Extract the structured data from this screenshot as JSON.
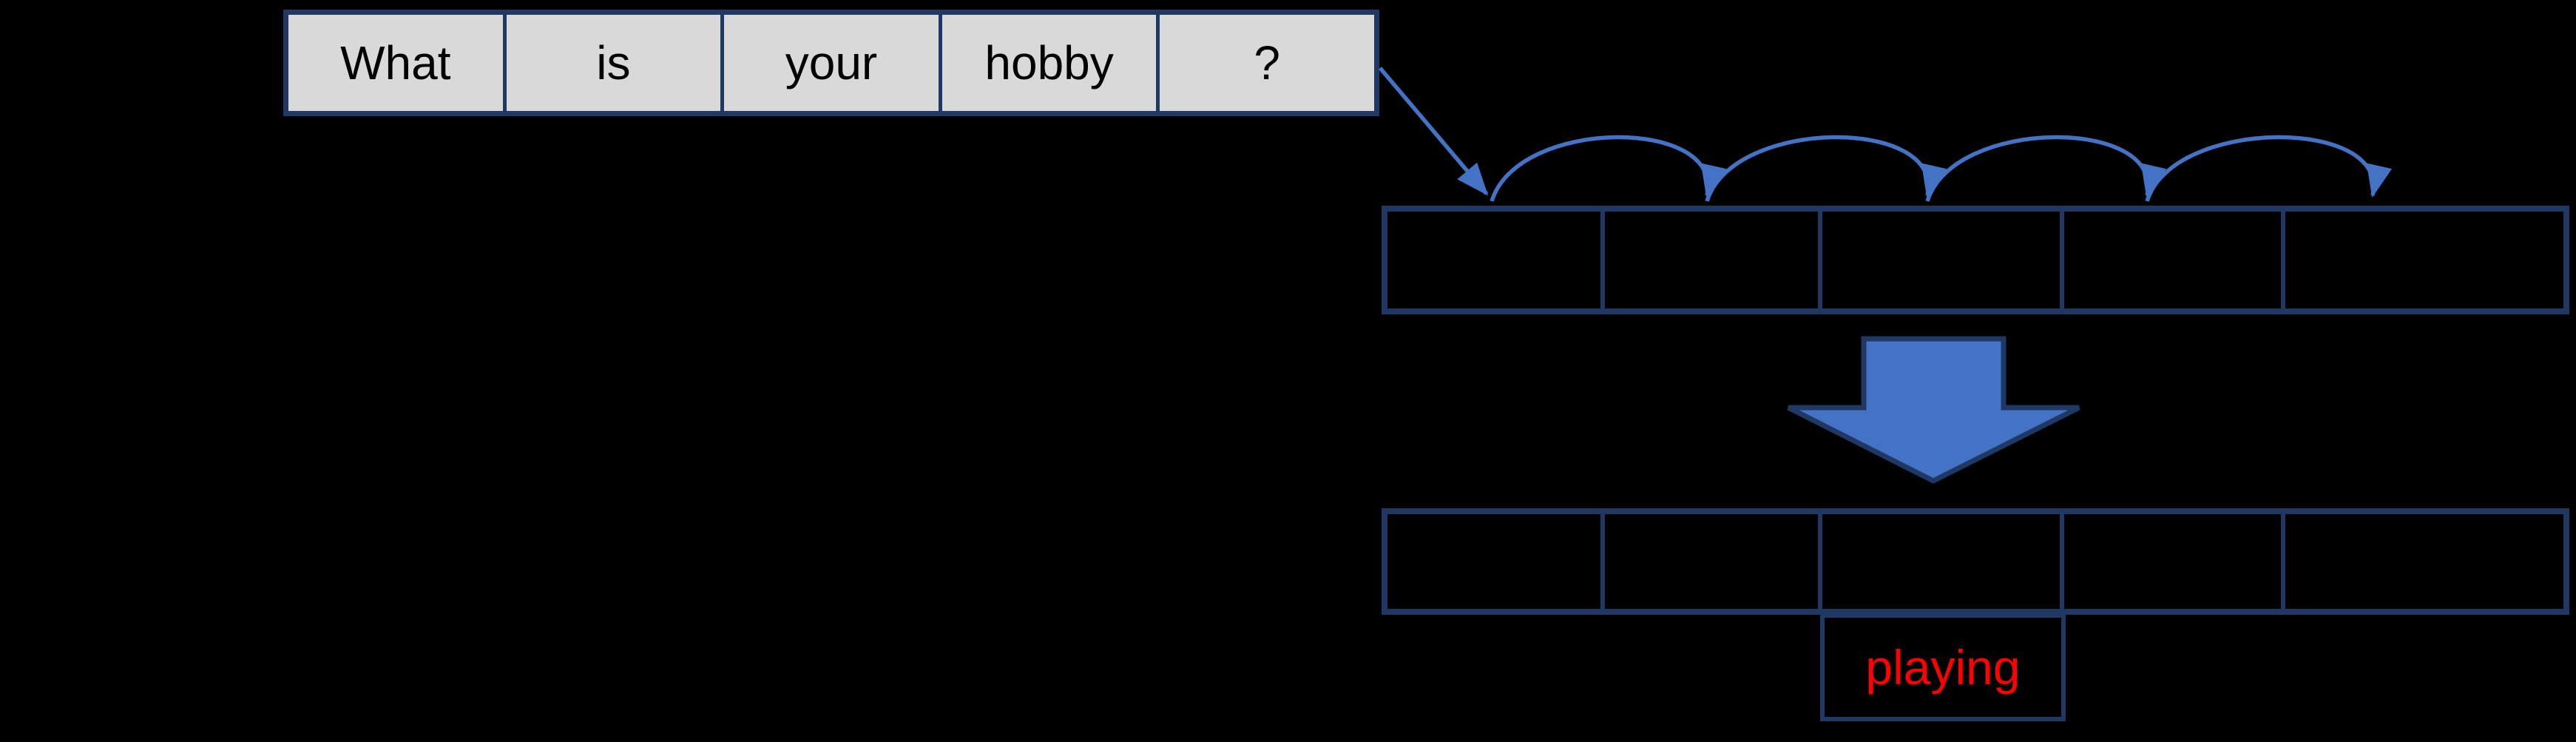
{
  "slide": {
    "colors": {
      "background": "#000000",
      "border_navy": "#1F3864",
      "arrow_blue": "#4472C4",
      "word_cell_gray": "#D9D9D9",
      "word_text": "#000000",
      "prediction_red": "#FF0000"
    },
    "sentence_table": {
      "words": [
        "What",
        "is",
        "your",
        "hobby",
        "?"
      ]
    },
    "upper_row": {
      "cell_count": 5
    },
    "lower_row": {
      "cell_count": 5
    },
    "hop_arcs": {
      "count": 4
    },
    "prediction": {
      "label": "playing"
    }
  }
}
